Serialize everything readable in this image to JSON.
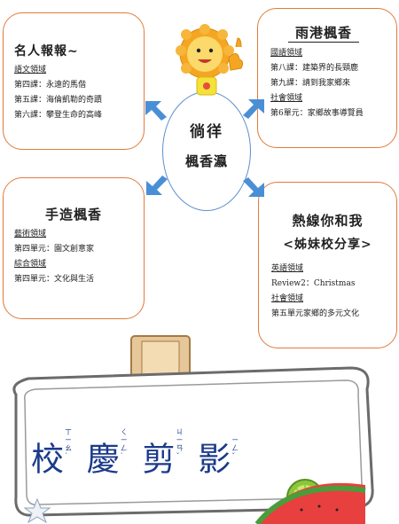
{
  "top_left": {
    "title": "名人報報~",
    "domain": "語文領域",
    "lines": [
      "第四課：永遠的馬偕",
      "第五課：海倫凱勒的奇蹟",
      "第六課：攀登生命的高峰"
    ]
  },
  "top_right": {
    "title": "雨港楓香",
    "domain1": "國語領域",
    "lines1": [
      "第八課：建築界的長頸鹿",
      "第九課：請到我家鄉來"
    ],
    "domain2": "社會領域",
    "lines2": [
      "第6單元：家鄉故事導覽員"
    ]
  },
  "bottom_left": {
    "title": "手造楓香",
    "domain1": "藝術領域",
    "lines1": [
      "第四單元：園文創意家"
    ],
    "domain2": "綜合領域",
    "lines2": [
      "第四單元：文化與生活"
    ]
  },
  "bottom_right": {
    "title": "熱線你和我",
    "subtitle": "<姊妹校分享>",
    "domain1": "英語領域",
    "lines1": [
      "Review2：Christmas"
    ],
    "domain2": "社會領域",
    "lines2": [
      "第五單元家鄉的多元文化"
    ]
  },
  "center": {
    "line1": "徜徉",
    "line2": "楓香瀛"
  },
  "caption": {
    "chars": [
      "校",
      "慶",
      "剪",
      "影"
    ],
    "phonetics": [
      "ㄒㄧㄠˋ",
      "ㄑㄧㄥˋ",
      "ㄐㄧㄢˇ",
      "ㄧㄥˇ"
    ]
  },
  "colors": {
    "box_border": "#e07a3c",
    "arrow": "#4a8fd6",
    "caption": "#1b3a8a"
  }
}
